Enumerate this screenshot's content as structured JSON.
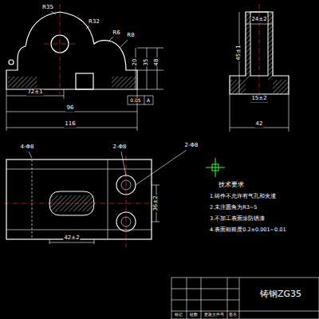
{
  "diagram": {
    "labels": [
      "R35",
      "R32",
      "R6",
      "R8",
      "20",
      "35",
      "48",
      "72±1",
      "96",
      "116",
      "0.05",
      "A",
      "24±2",
      "45±1",
      "15±2",
      "42",
      "4-Φ8",
      "2-Φ8",
      "2-Φ8",
      "36±2",
      "42±2",
      "技术要求",
      "1.铸件不允许有气孔和夹渣",
      "2.未注圆角为R3~5",
      "3.不加工表面涂防锈漆",
      "4.表面粗糙度0.2±0.001~0.01",
      "铸钢ZG35",
      "标记",
      "处数",
      "更改文件号",
      "签名"
    ]
  }
}
